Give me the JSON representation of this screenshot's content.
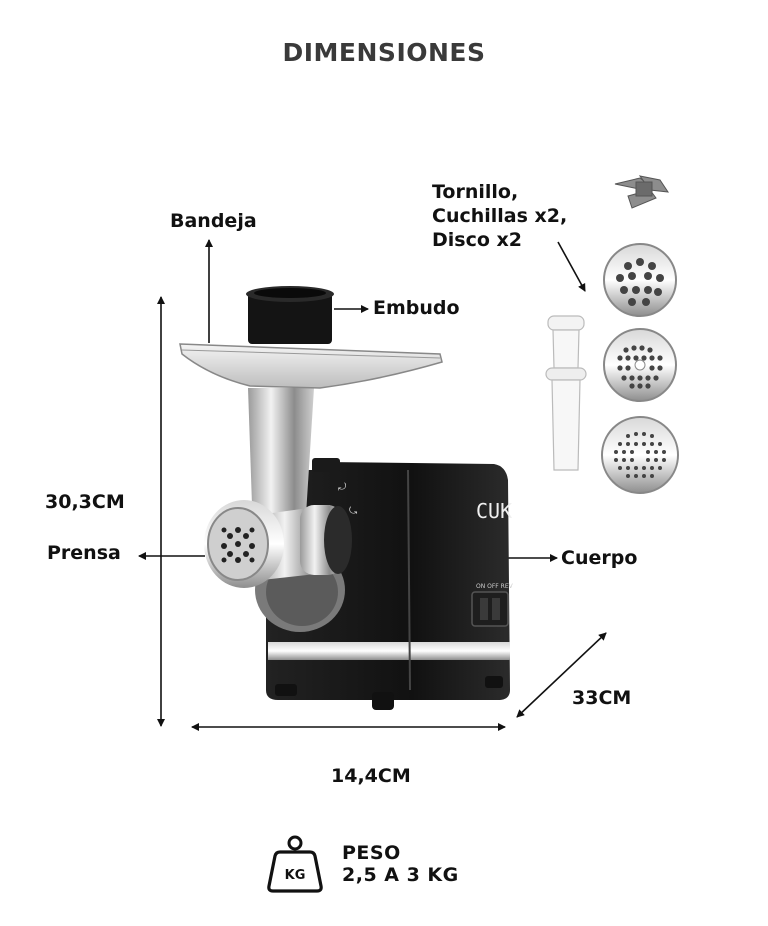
{
  "title": "DIMENSIONES",
  "labels": {
    "bandeja": "Bandeja",
    "embudo": "Embudo",
    "prensa": "Prensa",
    "cuerpo": "Cuerpo"
  },
  "accessories": {
    "line1": "Tornillo,",
    "line2": "Cuchillas x2,",
    "line3": "Disco x2"
  },
  "dimensions": {
    "height": "30,3CM",
    "width": "14,4CM",
    "depth": "33CM"
  },
  "weight": {
    "icon_label": "KG",
    "label": "PESO",
    "value": "2,5 A 3 KG"
  },
  "brand_logo": "CUK"
}
